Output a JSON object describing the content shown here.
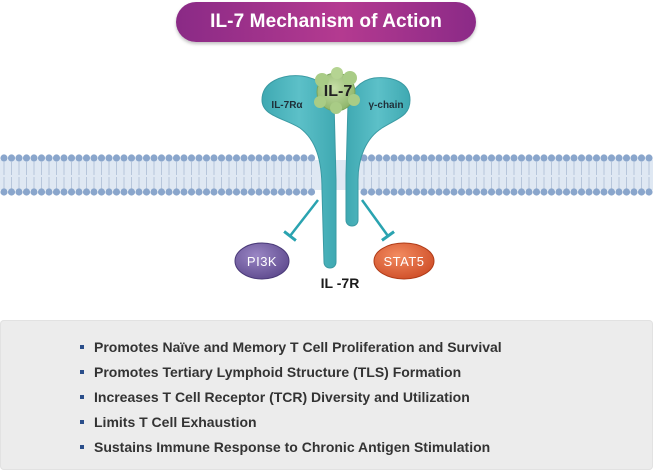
{
  "title": "IL-7 Mechanism of Action",
  "diagram": {
    "ligand": "IL-7",
    "receptor_alpha": "IL-7Rα",
    "gamma_chain": "γ-chain",
    "receptor": "IL -7R",
    "pathway_left": "PI3K",
    "pathway_right": "STAT5",
    "colors": {
      "receptor": "#4fb6be",
      "ligand": "#9ac07a",
      "pi3k": "#6f5a9e",
      "stat5": "#e0603a",
      "membrane": "#8aa6cc"
    }
  },
  "benefits": [
    "Promotes Naïve and Memory T Cell Proliferation and Survival",
    "Promotes Tertiary Lymphoid Structure (TLS) Formation",
    "Increases T Cell Receptor (TCR) Diversity and Utilization",
    "Limits T Cell Exhaustion",
    "Sustains Immune Response to Chronic Antigen Stimulation"
  ]
}
